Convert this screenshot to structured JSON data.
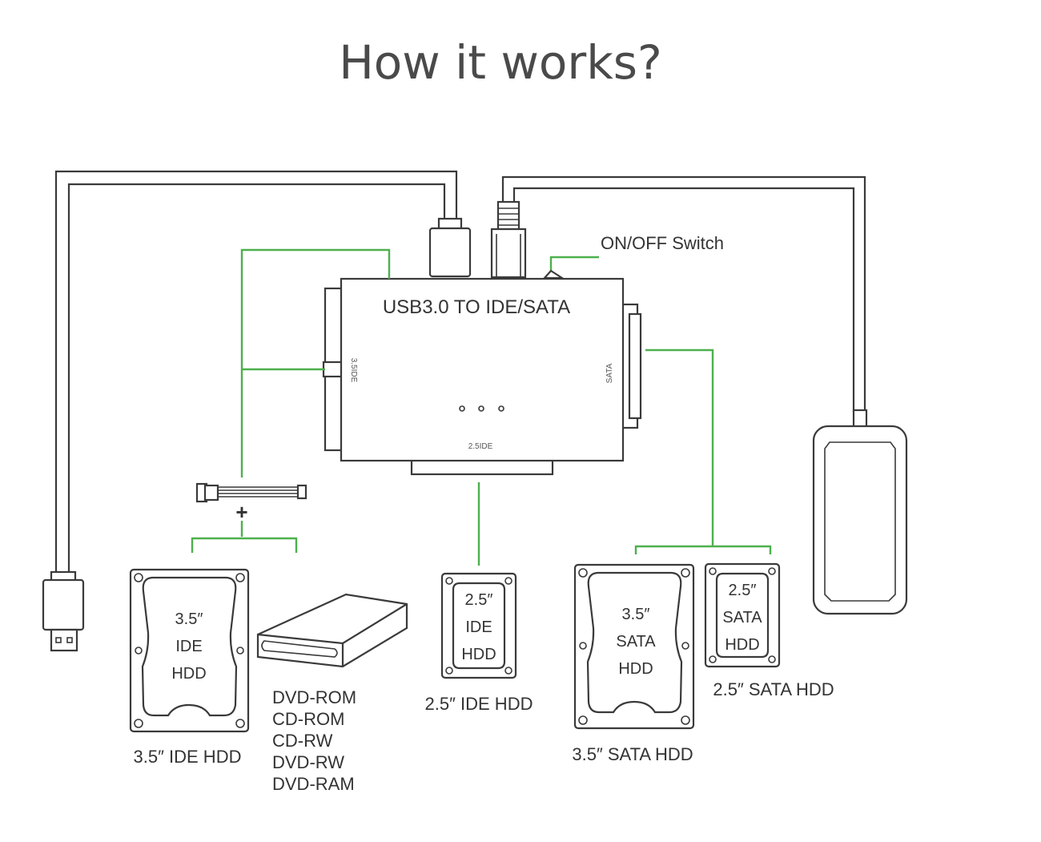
{
  "title": "How it works?",
  "adapter": {
    "name": "USB3.0 TO IDE/SATA",
    "port_left": "3.5IDE",
    "port_right": "SATA",
    "port_bottom": "2.5IDE"
  },
  "switch_label": "ON/OFF Switch",
  "plus_sign": "+",
  "devices": {
    "ide35": {
      "inner_lines": [
        "3.5″",
        "IDE",
        "HDD"
      ],
      "caption": "3.5″  IDE HDD"
    },
    "optical": {
      "caption_lines": [
        "DVD-ROM",
        "CD-ROM",
        "CD-RW",
        "DVD-RW",
        "DVD-RAM"
      ]
    },
    "ide25": {
      "inner_lines": [
        "2.5″",
        "IDE",
        "HDD"
      ],
      "caption": "2.5″  IDE HDD"
    },
    "sata35": {
      "inner_lines": [
        "3.5″",
        "SATA",
        "HDD"
      ],
      "caption": "3.5″  SATA HDD"
    },
    "sata25": {
      "inner_lines": [
        "2.5″",
        "SATA",
        "HDD"
      ],
      "caption": "2.5″  SATA HDD"
    }
  },
  "colors": {
    "connector_green": "#4db04d",
    "outline": "#3a3a3a",
    "title_gray": "#4a4a4a"
  }
}
